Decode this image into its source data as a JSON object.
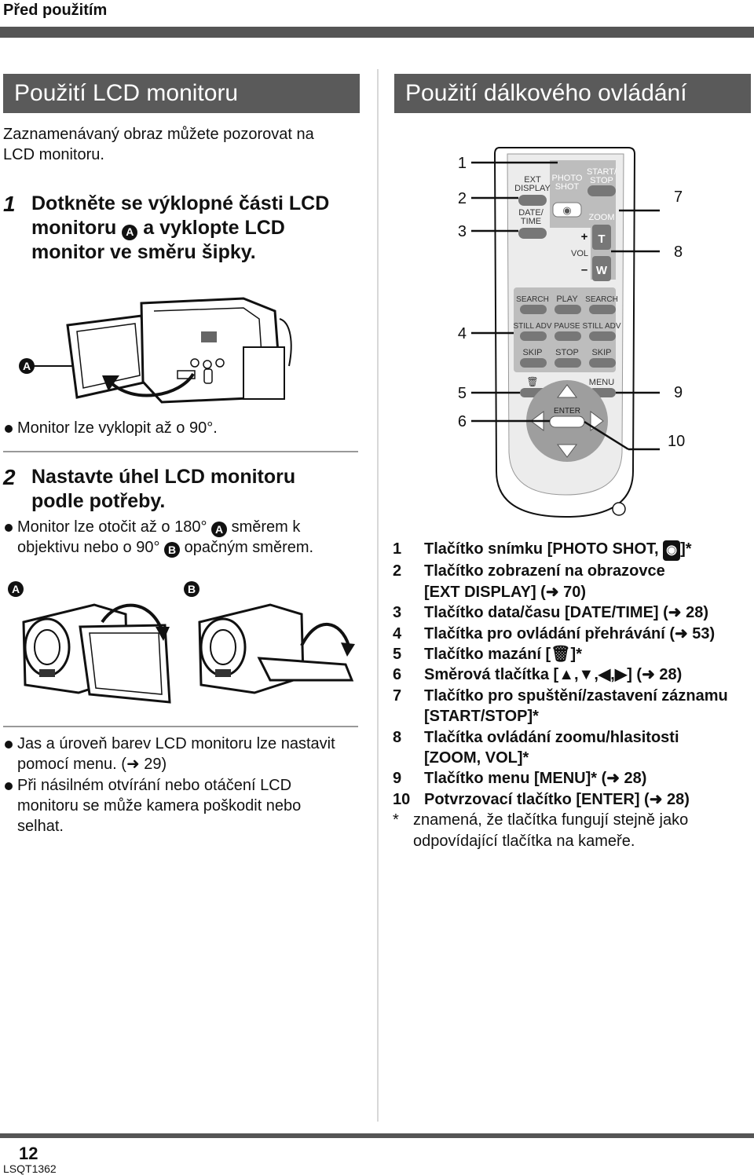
{
  "header": {
    "section": "Před použitím",
    "page_number": "12",
    "code": "LSQT1362"
  },
  "left": {
    "title": "Použití LCD monitoru",
    "intro_1": "Zaznamenávaný obraz můžete pozorovat na",
    "intro_2": "LCD monitoru.",
    "step1": {
      "num": "1",
      "line1": "Dotkněte se výklopné části LCD",
      "line2a": "monitoru",
      "line2b": "a vyklopte LCD",
      "line3": "monitor ve směru šipky.",
      "marker": "A"
    },
    "fig1_label": "A",
    "bullet1": "Monitor lze vyklopit až o 90°.",
    "step2": {
      "num": "2",
      "line1": "Nastavte úhel LCD monitoru",
      "line2": "podle potřeby."
    },
    "bullet2": {
      "a": "Monitor lze otočit až o 180°",
      "b": "směrem k",
      "c": "objektivu nebo o 90°",
      "d": "opačným směrem.",
      "m1": "A",
      "m2": "B"
    },
    "fig2_label_a": "A",
    "fig2_label_b": "B",
    "bullet3_1": "Jas a úroveň barev LCD monitoru lze nastavit",
    "bullet3_2": "pomocí menu. (➜ 29)",
    "bullet4_1": "Při násilném otvírání nebo otáčení LCD",
    "bullet4_2": "monitoru se může kamera poškodit nebo",
    "bullet4_3": "selhat."
  },
  "right": {
    "title": "Použití dálkového ovládání",
    "remote": {
      "callouts": [
        "1",
        "2",
        "3",
        "4",
        "5",
        "6",
        "7",
        "8",
        "9",
        "10"
      ],
      "labels": {
        "ext": "EXT",
        "display": "DISPLAY",
        "photo": "PHOTO",
        "shot": "SHOT",
        "start": "START/",
        "stop_top": "STOP",
        "date": "DATE/",
        "time": "TIME",
        "zoom": "ZOOM",
        "vol": "VOL",
        "plus": "+",
        "minus": "–",
        "t": "T",
        "w": "W",
        "search_l": "SEARCH",
        "play": "PLAY",
        "search_r": "SEARCH",
        "still_l": "STILL ADV",
        "pause": "PAUSE",
        "still_r": "STILL ADV",
        "skip_l": "SKIP",
        "stop": "STOP",
        "skip_r": "SKIP",
        "menu": "MENU",
        "enter": "ENTER"
      }
    },
    "legend": [
      {
        "n": "1",
        "text": "Tlačítko snímku [PHOTO SHOT, ",
        "tail": "]*"
      },
      {
        "n": "2",
        "text": "Tlačítko zobrazení na obrazovce"
      },
      {
        "n": "",
        "text": "[EXT DISPLAY] (➜ 70)"
      },
      {
        "n": "3",
        "text": "Tlačítko data/času [DATE/TIME] (➜ 28)"
      },
      {
        "n": "4",
        "text": "Tlačítka pro ovládání přehrávání (➜ 53)"
      },
      {
        "n": "5",
        "text": "Tlačítko mazání [",
        "tail": "]*"
      },
      {
        "n": "6",
        "text": "Směrová tlačítka [▲,▼,◀,▶] (➜ 28)"
      },
      {
        "n": "7",
        "text": "Tlačítko pro spuštění/zastavení záznamu"
      },
      {
        "n": "",
        "text": "[START/STOP]*"
      },
      {
        "n": "8",
        "text": "Tlačítka ovládání zoomu/hlasitosti"
      },
      {
        "n": "",
        "text": "[ZOOM, VOL]*"
      },
      {
        "n": "9",
        "text": "Tlačítko menu [MENU]* (➜ 28)"
      },
      {
        "n": "10",
        "text": "Potvrzovací tlačítko [ENTER] (➜ 28)"
      }
    ],
    "note_star": "*",
    "note_1": "znamená, že tlačítka fungují stejně jako",
    "note_2": "odpovídající tlačítka na kameře."
  }
}
